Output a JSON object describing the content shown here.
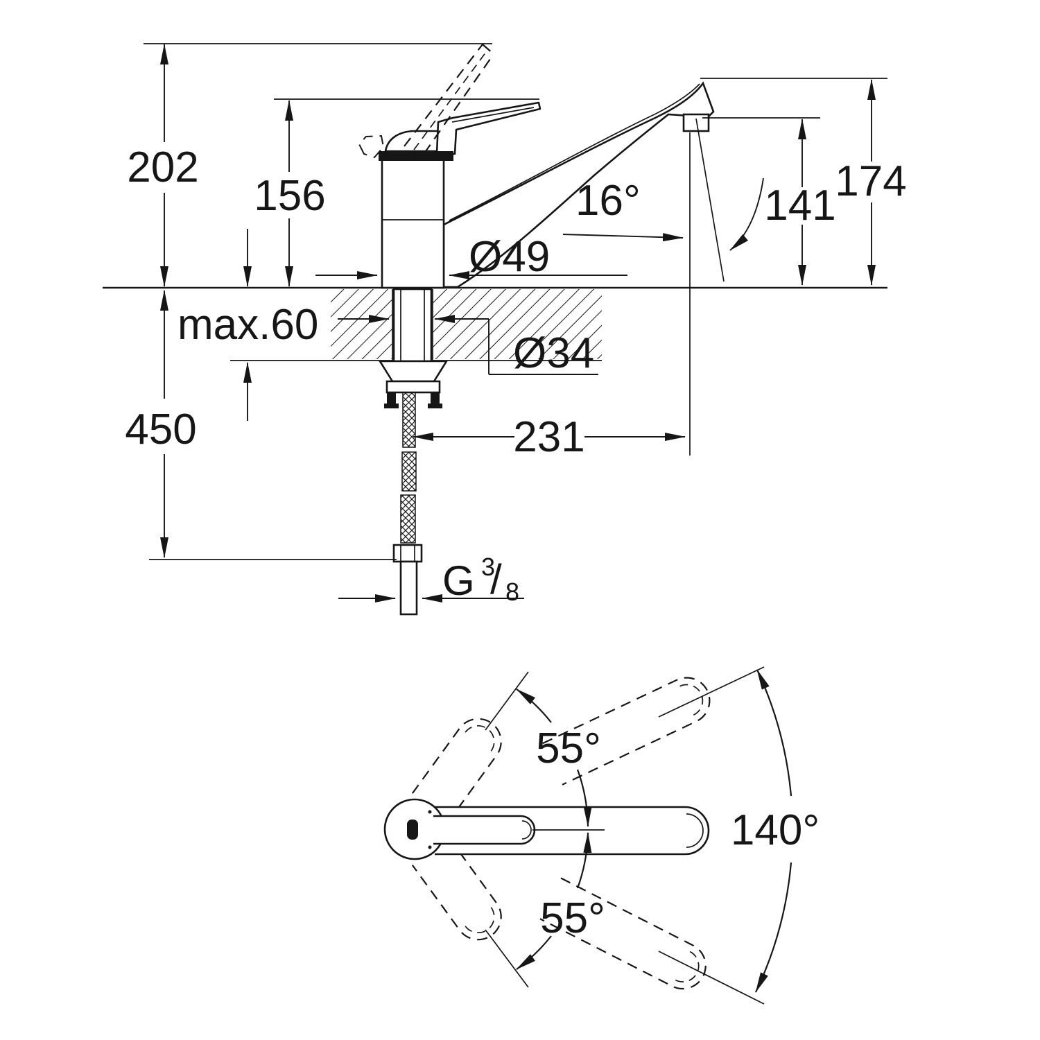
{
  "drawing": {
    "side_view": {
      "overall_height": "202",
      "body_height": "156",
      "spout_angle": "16°",
      "outlet_height": "141",
      "spout_top_height": "174",
      "base_diameter": "Ø49",
      "max_counter_thickness": "max.60",
      "hole_diameter": "Ø34",
      "hose_length": "450",
      "spout_reach": "231",
      "thread_letter": "G",
      "thread_numerator": "3",
      "thread_slash": "/",
      "thread_denominator": "8"
    },
    "top_view": {
      "swivel_upper": "55°",
      "swivel_lower": "55°",
      "swivel_total": "140°"
    }
  }
}
